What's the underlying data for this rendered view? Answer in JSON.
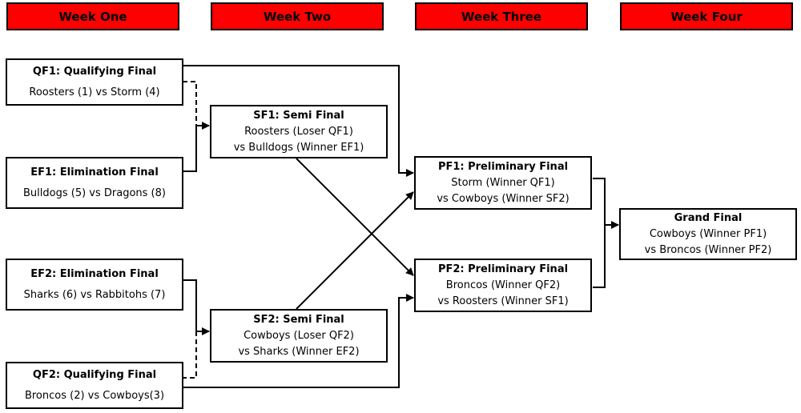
{
  "weeks": [
    "Week One",
    "Week Two",
    "Week Three",
    "Week Four"
  ],
  "matches": {
    "qf1": {
      "title": "QF1: Qualifying Final",
      "lines": [
        "Roosters (1) vs Storm (4)"
      ]
    },
    "ef1": {
      "title": "EF1: Elimination  Final",
      "lines": [
        "Bulldogs (5) vs Dragons (8)"
      ]
    },
    "ef2": {
      "title": "EF2: Elimination  Final",
      "lines": [
        "Sharks (6) vs Rabbitohs (7)"
      ]
    },
    "qf2": {
      "title": "QF2: Qualifying Final",
      "lines": [
        "Broncos (2) vs Cowboys(3)"
      ]
    },
    "sf1": {
      "title": "SF1: Semi Final",
      "lines": [
        "Roosters (Loser QF1)",
        "vs Bulldogs (Winner EF1)"
      ]
    },
    "sf2": {
      "title": "SF2: Semi Final",
      "lines": [
        "Cowboys (Loser QF2)",
        "vs Sharks (Winner EF2)"
      ]
    },
    "pf1": {
      "title": "PF1: Preliminary Final",
      "lines": [
        "Storm (Winner QF1)",
        "vs Cowboys (Winner SF2)"
      ]
    },
    "pf2": {
      "title": "PF2: Preliminary Final",
      "lines": [
        "Broncos (Winner QF2)",
        "vs Roosters (Winner SF1)"
      ]
    },
    "gf": {
      "title": "Grand Final",
      "lines": [
        "Cowboys (Winner PF1)",
        "vs Broncos (Winner PF2)"
      ]
    }
  },
  "colors": {
    "header": "#ff0000",
    "line": "#000000"
  }
}
